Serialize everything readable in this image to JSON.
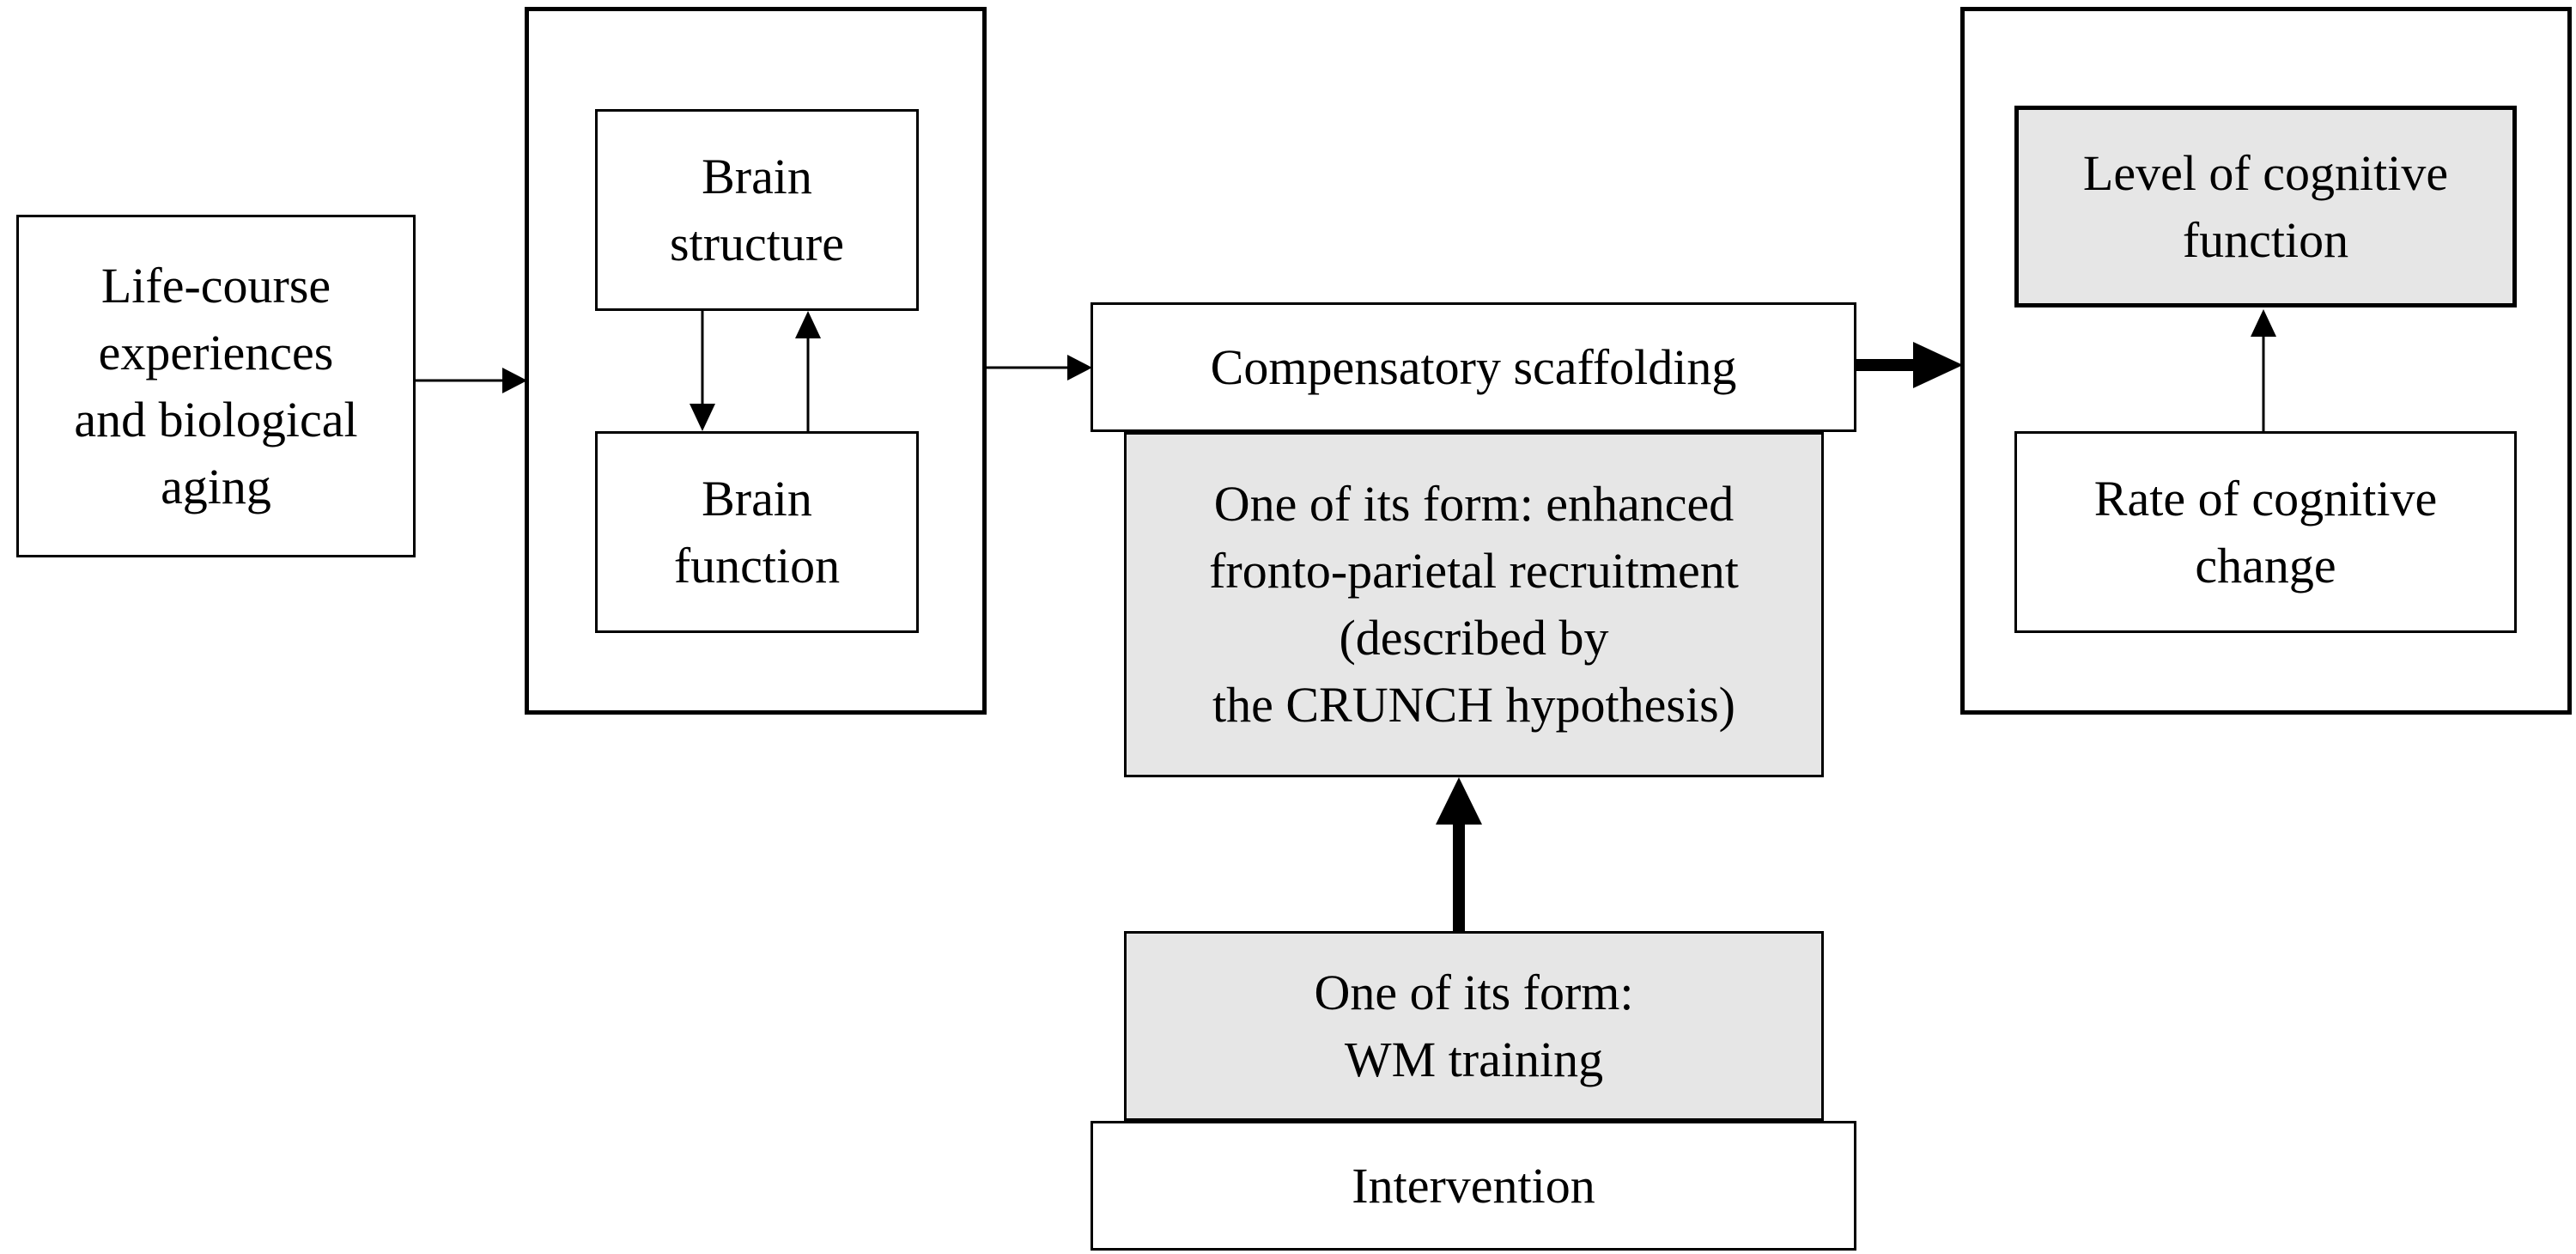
{
  "nodes": {
    "life_course": "Life-course\nexperiences\nand biological\naging",
    "brain_structure": "Brain\nstructure",
    "brain_function": "Brain\nfunction",
    "compensatory_scaffolding": "Compensatory scaffolding",
    "scaffolding_form": "One of its form: enhanced\nfronto-parietal recruitment\n(described by\nthe CRUNCH hypothesis)",
    "intervention_form": "One of its form:\nWM training",
    "intervention": "Intervention",
    "cognitive_level": "Level of cognitive\nfunction",
    "cognitive_rate": "Rate of cognitive\nchange"
  },
  "colors": {
    "shaded_fill": "#e6e6e6",
    "line": "#000000"
  }
}
